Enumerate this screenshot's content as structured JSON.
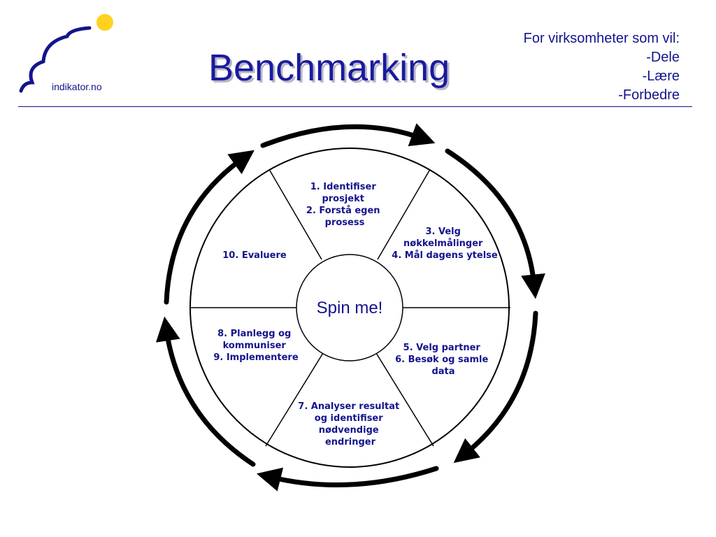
{
  "logo": {
    "text": "indikator.no",
    "sun_color": "#FFD21F",
    "curve_color": "#14148C"
  },
  "title": "Benchmarking",
  "tagline": [
    "For virksomheter som vil:",
    "-Dele",
    "-Lære",
    "-Forbedre"
  ],
  "diagram": {
    "center_label": "Spin me!",
    "segments": [
      {
        "lines": [
          "1. Identifiser",
          "prosjekt",
          "2. Forstå egen",
          "prosess"
        ]
      },
      {
        "lines": [
          "3. Velg",
          "nøkkelmålinger",
          "4. Mål dagens ytelse"
        ]
      },
      {
        "lines": [
          "5. Velg partner",
          "6. Besøk og samle",
          "data"
        ]
      },
      {
        "lines": [
          "7. Analyser resultat",
          "og identifiser",
          "nødvendige",
          "endringer"
        ]
      },
      {
        "lines": [
          "8. Planlegg og",
          "kommuniser",
          "9. Implementere"
        ]
      },
      {
        "lines": [
          "10. Evaluere"
        ]
      }
    ]
  },
  "colors": {
    "text": "#14148C",
    "title": "#1A1A9E",
    "lines": "#000000"
  }
}
